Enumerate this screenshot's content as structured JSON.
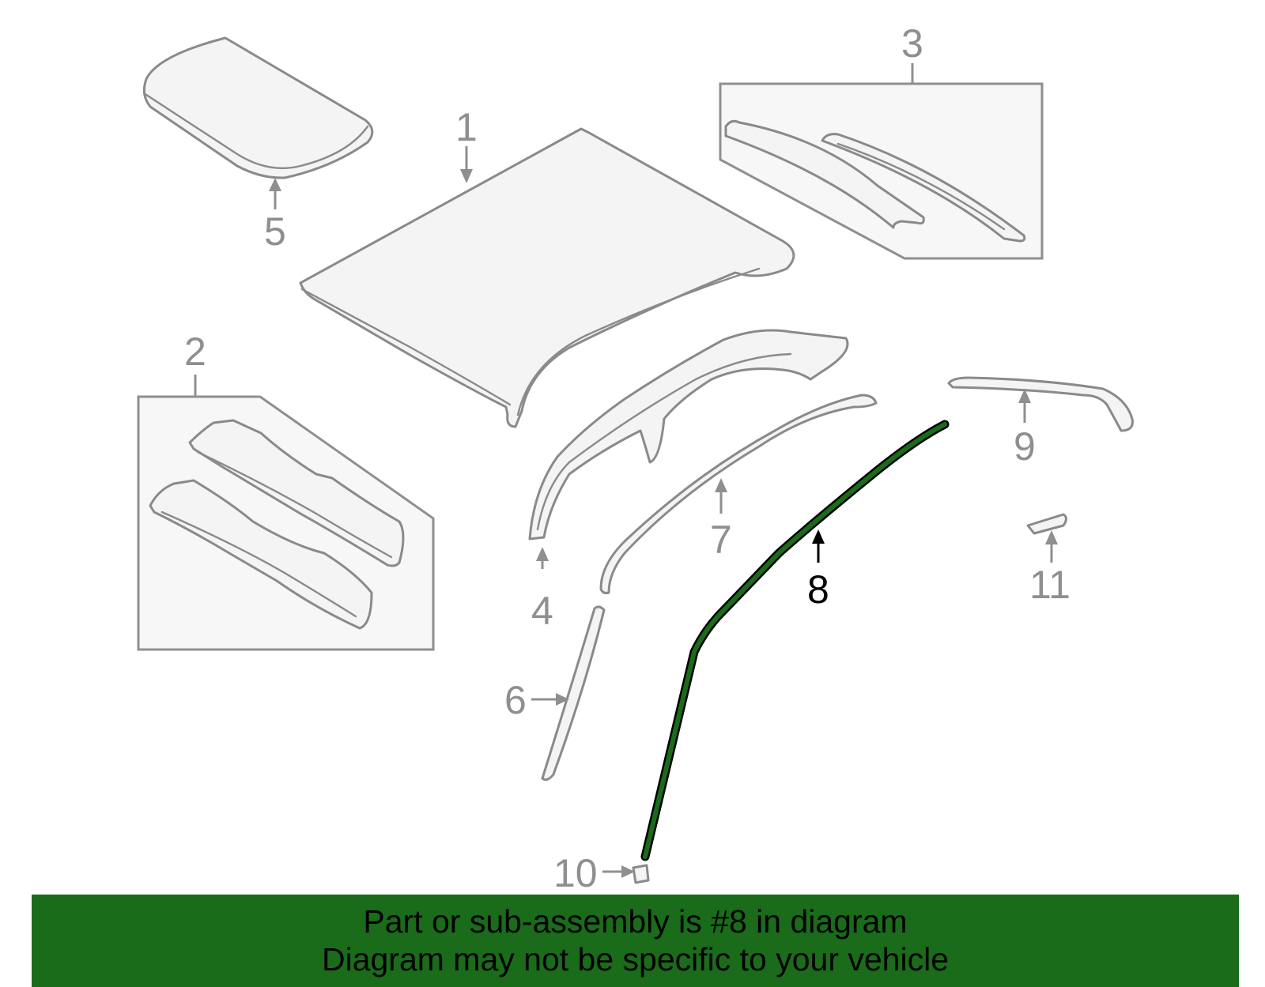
{
  "diagram": {
    "callouts": [
      {
        "id": "1",
        "label": "1"
      },
      {
        "id": "2",
        "label": "2"
      },
      {
        "id": "3",
        "label": "3"
      },
      {
        "id": "4",
        "label": "4"
      },
      {
        "id": "5",
        "label": "5"
      },
      {
        "id": "6",
        "label": "6"
      },
      {
        "id": "7",
        "label": "7"
      },
      {
        "id": "8",
        "label": "8",
        "highlighted": true
      },
      {
        "id": "9",
        "label": "9"
      },
      {
        "id": "10",
        "label": "10"
      },
      {
        "id": "11",
        "label": "11"
      }
    ],
    "highlight_color": "#1a6b1a"
  },
  "banner": {
    "line1": "Part or sub-assembly is #8 in diagram",
    "line2": "Diagram may not be specific to your vehicle"
  }
}
